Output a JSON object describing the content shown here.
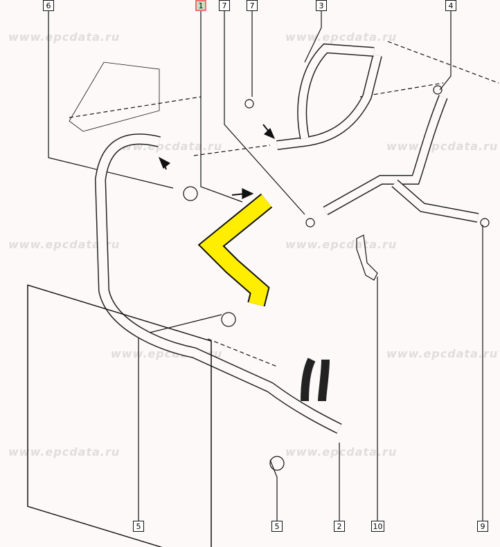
{
  "watermark": "www.epcdata.ru",
  "callouts_top": [
    {
      "label": "6",
      "selected": false
    },
    {
      "label": "1",
      "selected": true
    },
    {
      "label": "7",
      "selected": false
    },
    {
      "label": "7",
      "selected": false
    },
    {
      "label": "3",
      "selected": false
    },
    {
      "label": "4",
      "selected": false
    }
  ],
  "callouts_bottom": [
    {
      "label": "5"
    },
    {
      "label": "5"
    },
    {
      "label": "2"
    },
    {
      "label": "10"
    },
    {
      "label": "9"
    }
  ],
  "colors": {
    "highlight": "#ffee00",
    "selected_fill": "#c8e0c4",
    "selected_border": "#f07070"
  }
}
